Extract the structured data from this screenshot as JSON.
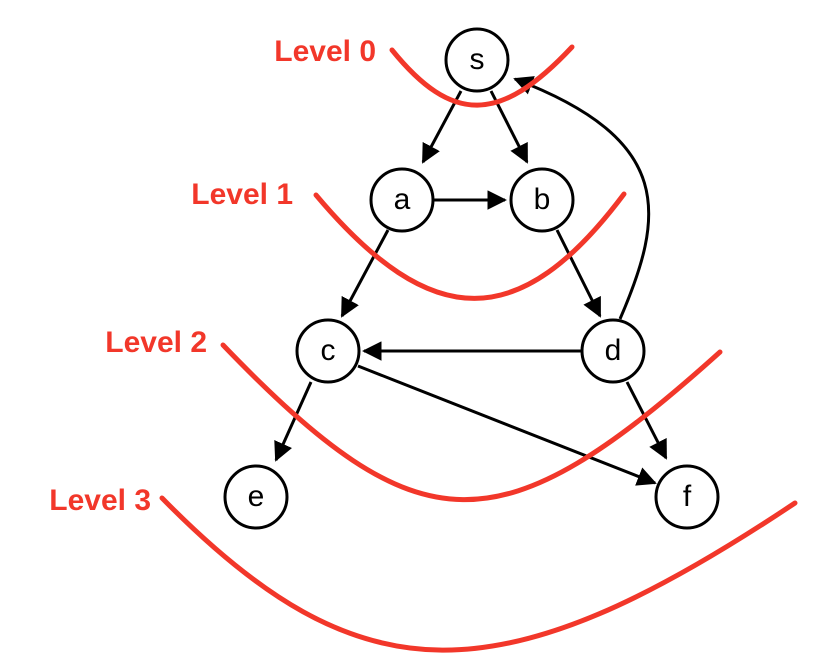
{
  "colors": {
    "level": "#f2372a",
    "node_stroke": "#000000",
    "edge": "#000000"
  },
  "levels": [
    {
      "id": "level-0",
      "label": "Level 0"
    },
    {
      "id": "level-1",
      "label": "Level 1"
    },
    {
      "id": "level-2",
      "label": "Level 2"
    },
    {
      "id": "level-3",
      "label": "Level 3"
    }
  ],
  "nodes": [
    {
      "id": "s",
      "label": "s"
    },
    {
      "id": "a",
      "label": "a"
    },
    {
      "id": "b",
      "label": "b"
    },
    {
      "id": "c",
      "label": "c"
    },
    {
      "id": "d",
      "label": "d"
    },
    {
      "id": "e",
      "label": "e"
    },
    {
      "id": "f",
      "label": "f"
    }
  ],
  "edges": [
    {
      "from": "s",
      "to": "a"
    },
    {
      "from": "s",
      "to": "b"
    },
    {
      "from": "a",
      "to": "b"
    },
    {
      "from": "a",
      "to": "c"
    },
    {
      "from": "b",
      "to": "d"
    },
    {
      "from": "d",
      "to": "s"
    },
    {
      "from": "d",
      "to": "c"
    },
    {
      "from": "d",
      "to": "f"
    },
    {
      "from": "c",
      "to": "e"
    },
    {
      "from": "c",
      "to": "f"
    }
  ]
}
